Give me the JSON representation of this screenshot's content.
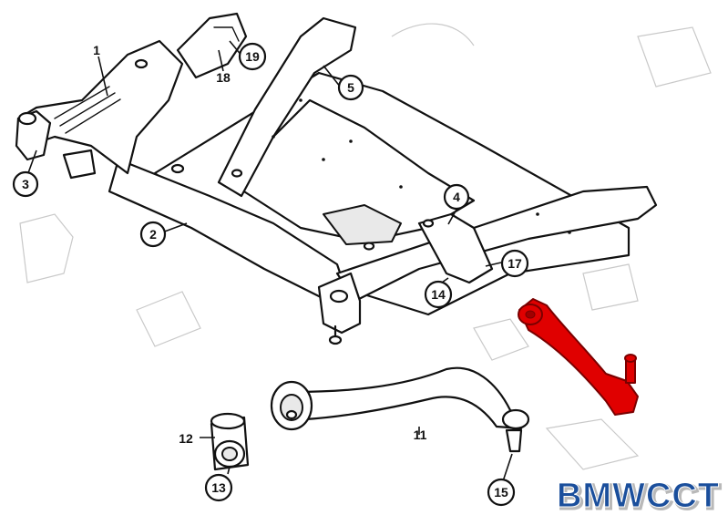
{
  "callouts": [
    {
      "id": "c3",
      "text": "3"
    },
    {
      "id": "c2",
      "text": "2"
    },
    {
      "id": "c19",
      "text": "19"
    },
    {
      "id": "c5",
      "text": "5"
    },
    {
      "id": "c4",
      "text": "4"
    },
    {
      "id": "c17",
      "text": "17"
    },
    {
      "id": "c14",
      "text": "14"
    },
    {
      "id": "c13",
      "text": "13"
    },
    {
      "id": "c15",
      "text": "15"
    }
  ],
  "labels": [
    {
      "id": "l1",
      "text": "1"
    },
    {
      "id": "l18",
      "text": "18"
    },
    {
      "id": "l12",
      "text": "12"
    },
    {
      "id": "l11",
      "text": "11"
    }
  ],
  "watermark": {
    "text": "BMWCCT"
  },
  "colors": {
    "highlight": "#e00000",
    "brand_blue": "#1b4f9c",
    "brand_gray": "#8c8c8c"
  }
}
